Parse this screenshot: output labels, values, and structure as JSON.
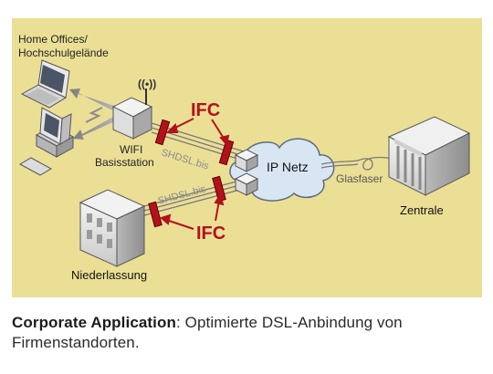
{
  "diagram": {
    "labels": {
      "home_offices_line1": "Home Offices/",
      "home_offices_line2": "Hochschulgelände",
      "wifi_line1": "WIFI",
      "wifi_line2": "Basisstation",
      "link_top": "SHDSL.bis",
      "link_bottom": "SHDSL.bis",
      "ifc_top": "IFC",
      "ifc_bottom": "IFC",
      "ip_netz": "IP Netz",
      "glasfaser": "Glasfaser",
      "zentrale": "Zentrale",
      "niederlassung": "Niederlassung"
    },
    "colors": {
      "background": "#ebdf96",
      "ifc_red": "#b3121b",
      "cloud": "#d8e6f4",
      "line": "#7a7a7a"
    }
  },
  "caption": {
    "bold": "Corporate Application",
    "rest": ": Optimierte DSL-Anbindung von Firmenstandorten."
  }
}
